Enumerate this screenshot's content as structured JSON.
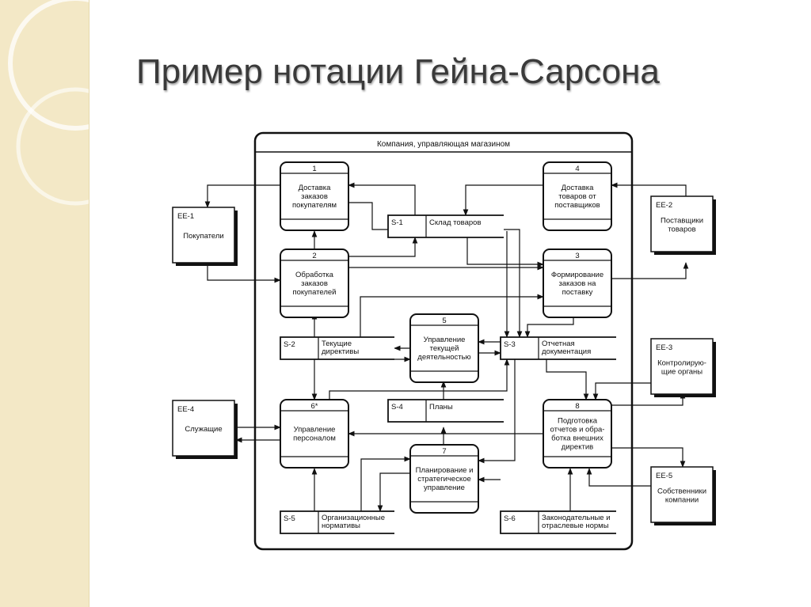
{
  "slide": {
    "title": "Пример нотации Гейна-Сарсона"
  },
  "diagram": {
    "system_name": "Компания, управляющая магазином",
    "processes": [
      {
        "id": "p1",
        "number": "1",
        "lines": [
          "Доставка",
          "заказов",
          "покупателям"
        ]
      },
      {
        "id": "p2",
        "number": "2",
        "lines": [
          "Обработка",
          "заказов",
          "покупателей"
        ]
      },
      {
        "id": "p3",
        "number": "3",
        "lines": [
          "Формирование",
          "заказов на",
          "поставку"
        ]
      },
      {
        "id": "p4",
        "number": "4",
        "lines": [
          "Доставка",
          "товаров от",
          "поставщиков"
        ]
      },
      {
        "id": "p5",
        "number": "5",
        "lines": [
          "Управление",
          "текущей",
          "деятельностью"
        ]
      },
      {
        "id": "p6",
        "number": "6*",
        "lines": [
          "Управление",
          "персоналом"
        ]
      },
      {
        "id": "p7",
        "number": "7",
        "lines": [
          "Планирование и",
          "стратегическое",
          "управление"
        ]
      },
      {
        "id": "p8",
        "number": "8",
        "lines": [
          "Подготовка",
          "отчетов и обра-",
          "ботка внешних",
          "директив"
        ]
      }
    ],
    "entities": [
      {
        "id": "ee1",
        "code": "EE-1",
        "lines": [
          "Покупатели"
        ]
      },
      {
        "id": "ee2",
        "code": "EE-2",
        "lines": [
          "Поставщики",
          "товаров"
        ]
      },
      {
        "id": "ee3",
        "code": "EE-3",
        "lines": [
          "Контролирую-",
          "щие органы"
        ]
      },
      {
        "id": "ee4",
        "code": "EE-4",
        "lines": [
          "Служащие"
        ]
      },
      {
        "id": "ee5",
        "code": "EE-5",
        "lines": [
          "Собственники",
          "компании"
        ]
      }
    ],
    "stores": [
      {
        "id": "s1",
        "code": "S-1",
        "lines": [
          "Склад товаров"
        ]
      },
      {
        "id": "s2",
        "code": "S-2",
        "lines": [
          "Текущие",
          "директивы"
        ]
      },
      {
        "id": "s3",
        "code": "S-3",
        "lines": [
          "Отчетная",
          "документация"
        ]
      },
      {
        "id": "s4",
        "code": "S-4",
        "lines": [
          "Планы"
        ]
      },
      {
        "id": "s5",
        "code": "S-5",
        "lines": [
          "Организационные",
          "нормативы"
        ]
      },
      {
        "id": "s6",
        "code": "S-6",
        "lines": [
          "Законодательные и",
          "отраслевые нормы"
        ]
      }
    ]
  }
}
